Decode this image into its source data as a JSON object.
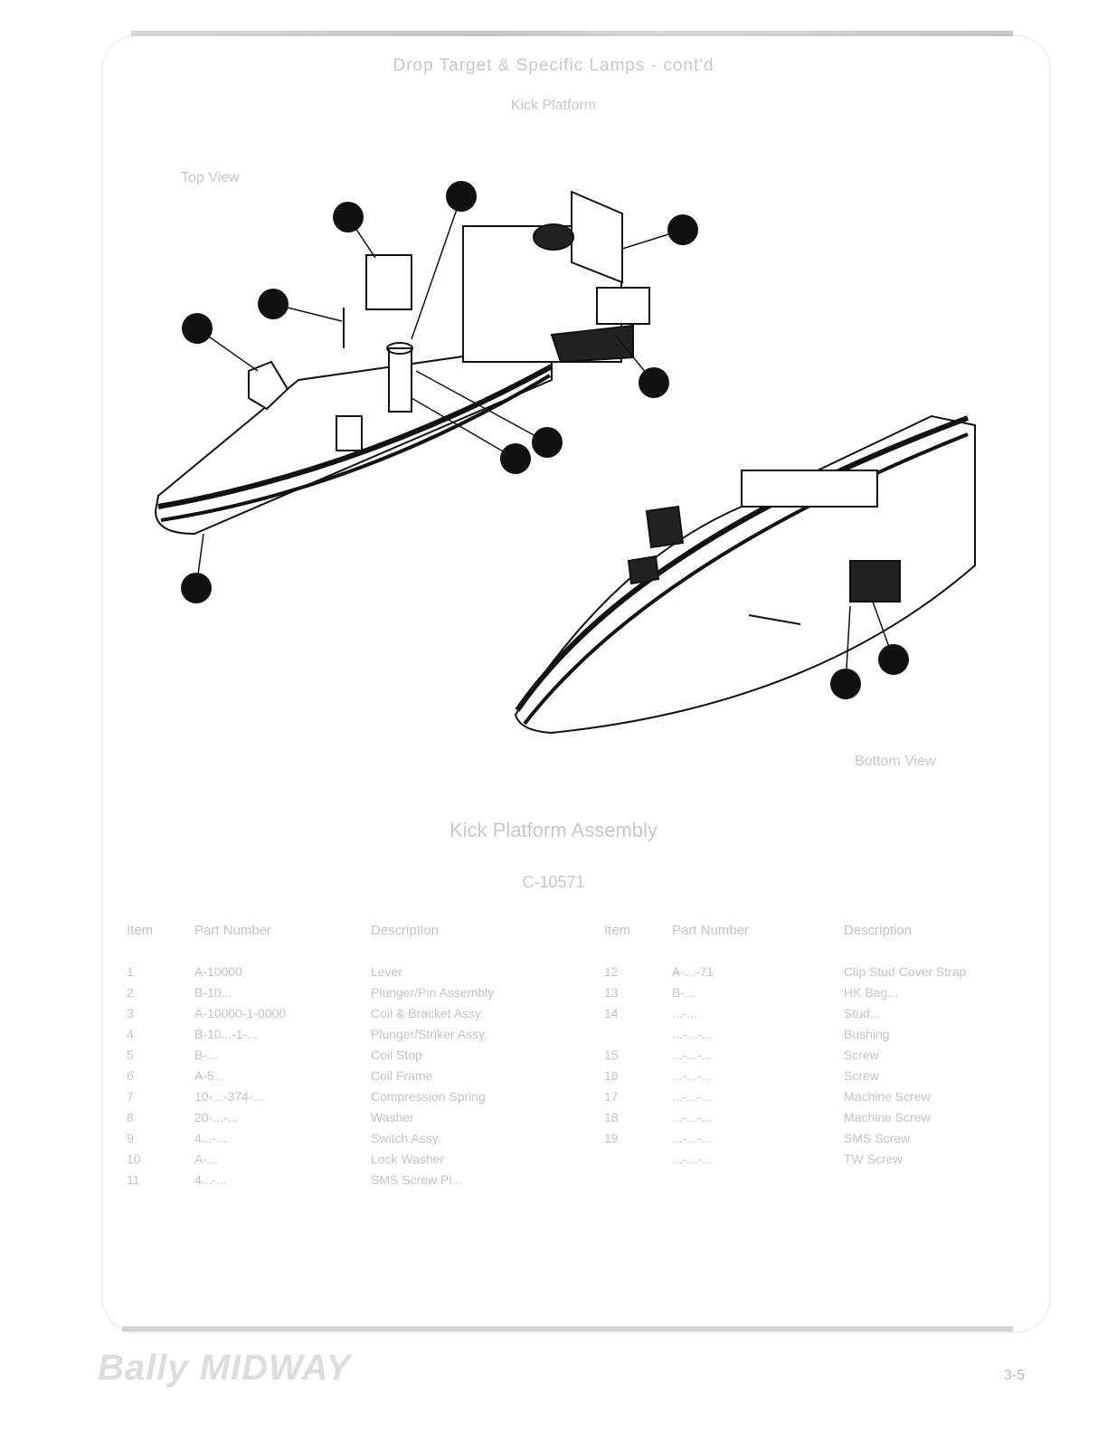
{
  "header": {
    "title": "Drop Target & Specific Lamps - cont'd",
    "subtitle": "Kick Platform"
  },
  "views": {
    "top": "Top View",
    "bottom": "Bottom View"
  },
  "assembly": {
    "title": "Kick Platform Assembly",
    "number": "C-10571"
  },
  "table": {
    "headers": {
      "item": "Item",
      "part": "Part Number",
      "desc": "Description"
    },
    "left_rows": [
      {
        "item": "1",
        "part": "A-10000",
        "desc": "Lever"
      },
      {
        "item": "2",
        "part": "B-10...",
        "desc": "Plunger/Pin Assembly"
      },
      {
        "item": "3",
        "part": "A-10000-1-0000",
        "desc": "Coil & Bracket Assy."
      },
      {
        "item": "4",
        "part": "B-10...-1-...",
        "desc": "Plunger/Striker Assy."
      },
      {
        "item": "5",
        "part": "B-...",
        "desc": "Coil Stop"
      },
      {
        "item": "6",
        "part": "A-5...",
        "desc": "Coil Frame"
      },
      {
        "item": "7",
        "part": "10-...-374-...",
        "desc": "Compression Spring"
      },
      {
        "item": "8",
        "part": "20-...-...",
        "desc": "Washer"
      },
      {
        "item": "9",
        "part": "4...-...",
        "desc": "Switch Assy."
      },
      {
        "item": "10",
        "part": "A-...",
        "desc": "Lock Washer"
      },
      {
        "item": "11",
        "part": "4...-...",
        "desc": "SMS Screw Pl..."
      }
    ],
    "right_rows": [
      {
        "item": "12",
        "part": "A-...-71",
        "desc": "Clip Stud Cover Strap"
      },
      {
        "item": "13",
        "part": "B-...",
        "desc": "HK Bag..."
      },
      {
        "item": "14",
        "part": "...-...",
        "desc": "Stud..."
      },
      {
        "item": "",
        "part": "...-...-...",
        "desc": "Bushing"
      },
      {
        "item": "15",
        "part": "...-...-...",
        "desc": "Screw"
      },
      {
        "item": "16",
        "part": "...-...-...",
        "desc": "Screw"
      },
      {
        "item": "17",
        "part": "...-...-...",
        "desc": "Machine Screw"
      },
      {
        "item": "18",
        "part": "...-...-...",
        "desc": "Machine Screw"
      },
      {
        "item": "19",
        "part": "...-...-...",
        "desc": "SMS Screw"
      },
      {
        "item": "",
        "part": "...-...-...",
        "desc": "TW Screw"
      }
    ]
  },
  "footer": {
    "logo": "Bally MIDWAY",
    "page": "3-5"
  },
  "colors": {
    "ink": "#111111",
    "faint_text": "#c8c8c8"
  }
}
